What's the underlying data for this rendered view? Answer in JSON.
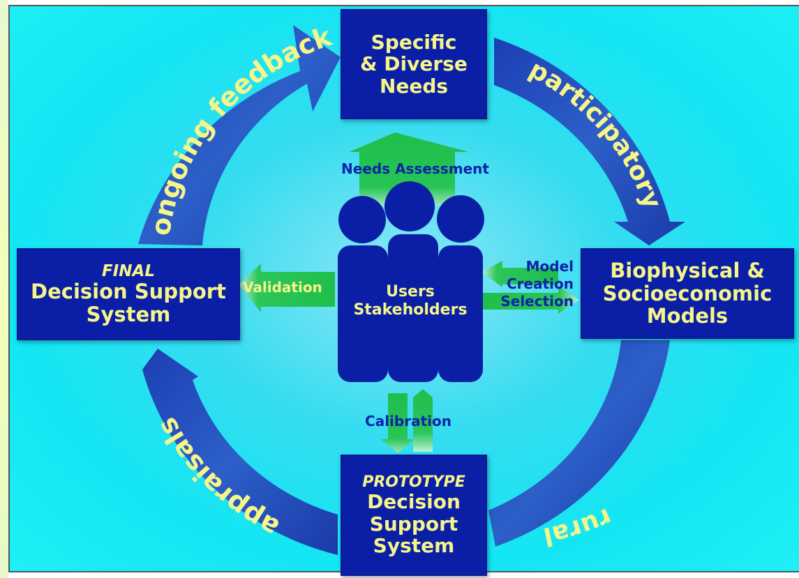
{
  "colors": {
    "background": "#1fe9f4",
    "box_fill": "#0b1fa6",
    "box_text": "#f6f58a",
    "arrow_blue": "#1a47b8",
    "arrow_green": "#1fb84a",
    "inner_label": "#0b23a8"
  },
  "boxes": {
    "needs": {
      "line1": "Specific",
      "line2": "& Diverse",
      "line3": "Needs"
    },
    "models": {
      "line1": "Biophysical &",
      "line2": "Socioeconomic",
      "line3": "Models"
    },
    "prototype": {
      "italic": "PROTOTYPE",
      "line1": "Decision",
      "line2": "Support",
      "line3": "System"
    },
    "final": {
      "italic": "FINAL",
      "line1": "Decision Support",
      "line2": "System"
    }
  },
  "cycle_arrows": {
    "top_left": "ongoing feedback",
    "top_right": "participatory",
    "bottom_right": "rural",
    "bottom_left": "appraisals"
  },
  "center": {
    "label_line1": "Users",
    "label_line2": "Stakeholders",
    "icon": "people-group-icon"
  },
  "links": {
    "needs_assessment": "Needs Assessment",
    "validation": "Validation",
    "model_line1": "Model",
    "model_line2": "Creation",
    "model_line3": "Selection",
    "calibration": "Calibration"
  }
}
